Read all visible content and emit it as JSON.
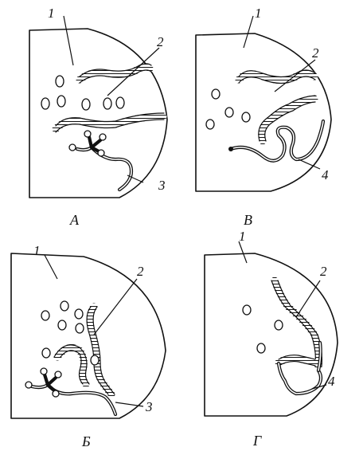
{
  "panels": {
    "a": {
      "letter": "А",
      "labels": {
        "l1": "1",
        "l2": "2",
        "l3": "3"
      }
    },
    "v": {
      "letter": "В",
      "labels": {
        "l1": "1",
        "l2": "2",
        "l4": "4"
      }
    },
    "b": {
      "letter": "Б",
      "labels": {
        "l1": "1",
        "l2": "2",
        "l3": "3"
      }
    },
    "g": {
      "letter": "Г",
      "labels": {
        "l1": "1",
        "l2": "2",
        "l4": "4"
      }
    }
  }
}
